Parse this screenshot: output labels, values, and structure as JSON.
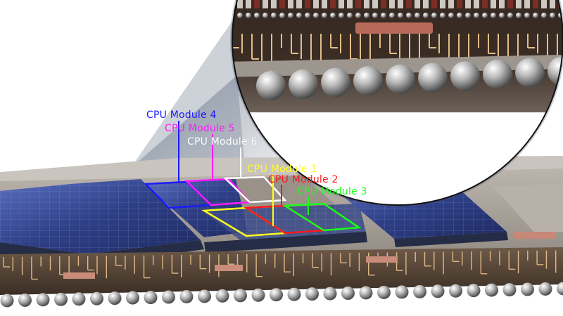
{
  "modules": [
    {
      "id": "m4",
      "label": "CPU Module 4",
      "color": "#1a1aff"
    },
    {
      "id": "m5",
      "label": "CPU Module 5",
      "color": "#ff1aff"
    },
    {
      "id": "m6",
      "label": "CPU Module 6",
      "color": "#ffffff"
    },
    {
      "id": "m1",
      "label": "CPU Module 1",
      "color": "#ffff1a"
    },
    {
      "id": "m2",
      "label": "CPU Module 2",
      "color": "#ff1a1a"
    },
    {
      "id": "m3",
      "label": "CPU Module 3",
      "color": "#1aff1a"
    }
  ],
  "colors": {
    "background": "#ffffff",
    "board": "#8d857c",
    "board_top": "#b4aea6",
    "chip_blue": "#3b4f97",
    "solder_ball": "#a9a9a9",
    "trace": "#d9b27c",
    "magnifier_shadow": "#5d6c82"
  }
}
